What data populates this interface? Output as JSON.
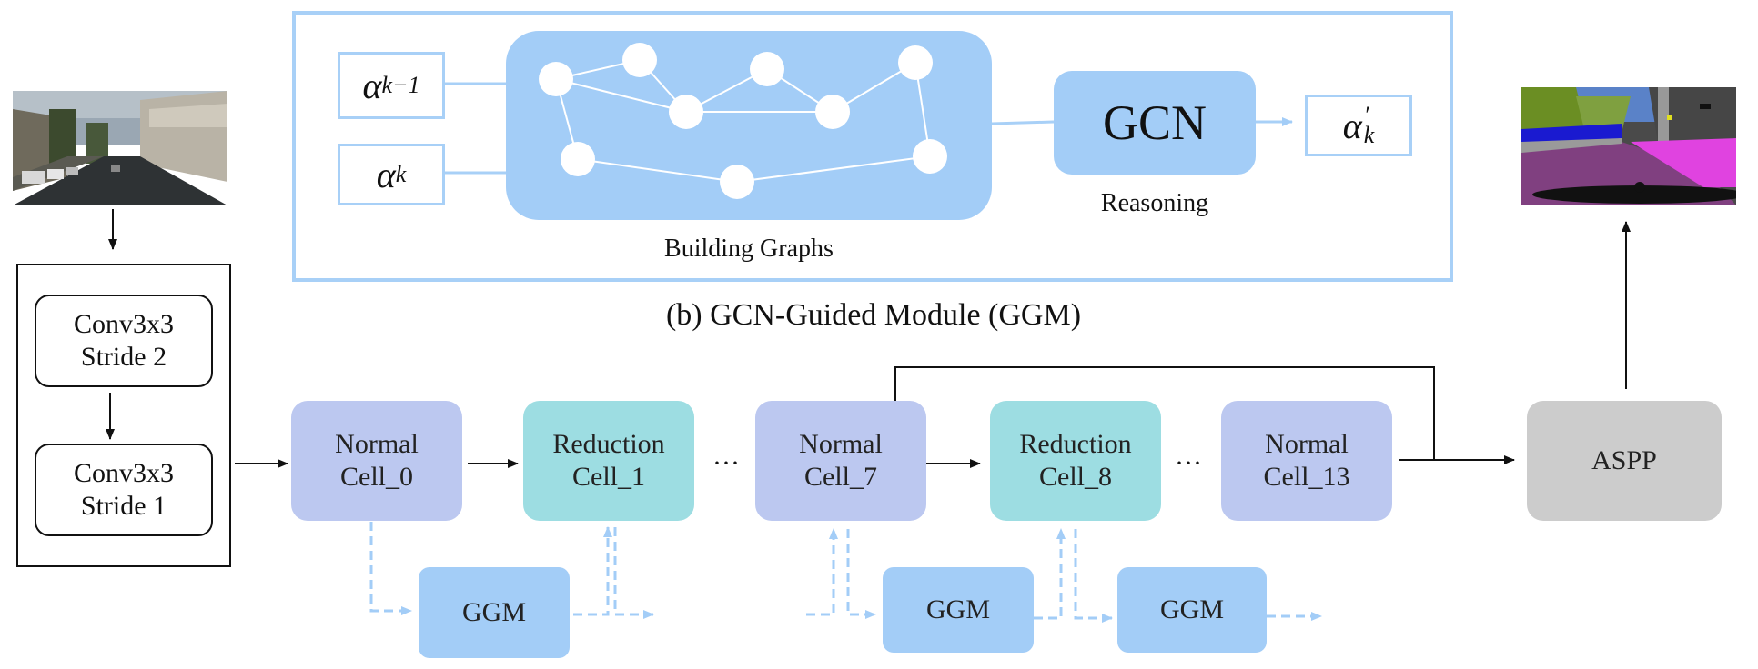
{
  "ggm_panel": {
    "caption": "(b) GCN-Guided Module (GGM)",
    "alpha_prev": {
      "base": "α",
      "sub": "k−1"
    },
    "alpha_cur": {
      "base": "α",
      "sub": "k"
    },
    "alpha_out": {
      "base": "α",
      "sup": "′",
      "sub": "k"
    },
    "graph_label": "Building Graphs",
    "gcn_label": "GCN",
    "reasoning_label": "Reasoning"
  },
  "stem": {
    "conv1_line1": "Conv3x3",
    "conv1_line2": "Stride 2",
    "conv2_line1": "Conv3x3",
    "conv2_line2": "Stride 1"
  },
  "cells": [
    {
      "line1": "Normal",
      "line2": "Cell_0"
    },
    {
      "line1": "Reduction",
      "line2": "Cell_1"
    },
    {
      "line1": "Normal",
      "line2": "Cell_7"
    },
    {
      "line1": "Reduction",
      "line2": "Cell_8"
    },
    {
      "line1": "Normal",
      "line2": "Cell_13"
    }
  ],
  "ellipsis": "···",
  "ggm_label": "GGM",
  "aspp_label": "ASPP",
  "colors": {
    "normal_cell": "#bcc8f0",
    "reduction_cell": "#9ddde2",
    "ggm_block": "#a3cdf7",
    "aspp_block": "#cccccc",
    "panel_border": "#a8d0f7",
    "dashed_arrow": "#a3cdf7"
  }
}
